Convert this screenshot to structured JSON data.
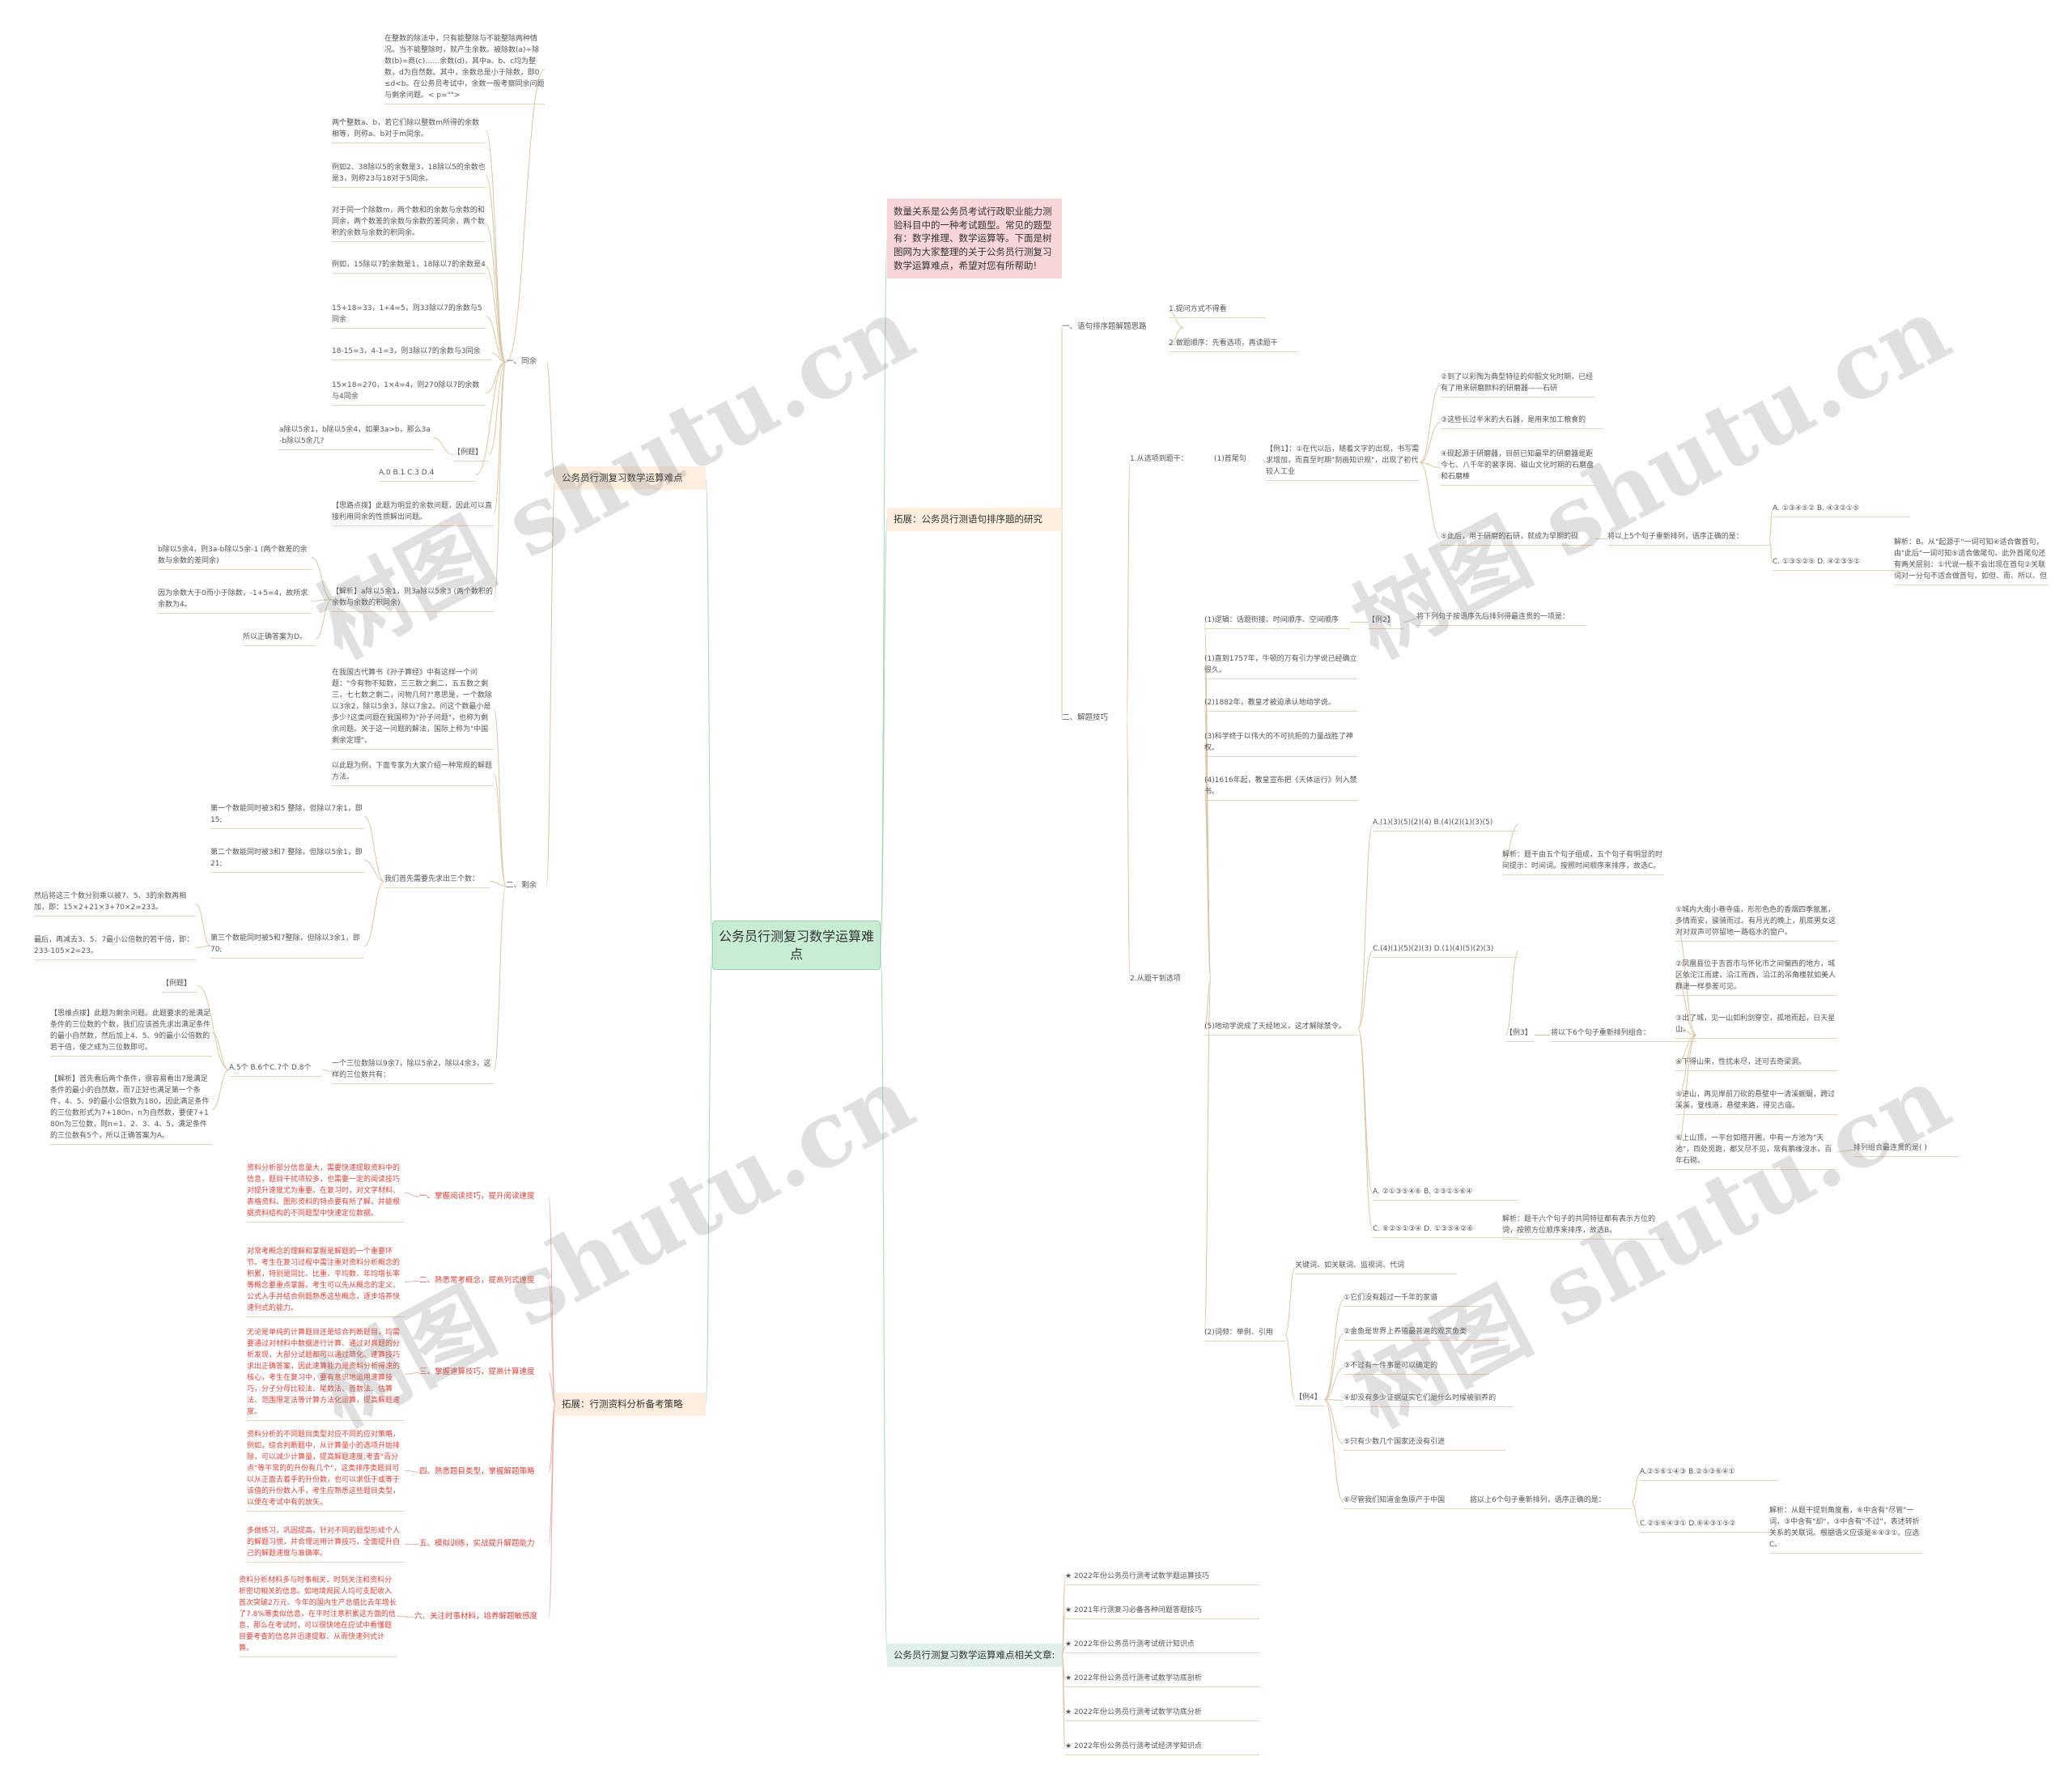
{
  "root": "公务员行测复习数学运算难点",
  "intro": "数量关系是公务员考试行政职业能力测验科目中的一种考试题型。常见的题型有：数字推理、数学运算等。下面是树图网为大家整理的关于公务员行测复习数学运算难点，希望对您有所帮助!",
  "left": {
    "b1_math": "公务员行测复习数学运算难点",
    "tongyu": "一、同余",
    "shengyu": "二、剩余",
    "n_def": "在整数的除法中，只有能整除与不能整除两种情况。当不能整除时，就产生余数。被除数(a)÷除数(b)=商(c)……余数(d)，其中a、b、c均为整数，d为自然数。其中，余数总是小于除数，即0≤d<b。在公务员考试中，余数一般考察同余问题与剩余问题。< p=\"\">",
    "n_tongyu_def": "两个整数a、b，若它们除以整数m所得的余数相等，则称a、b对于m同余。",
    "n_ex1": "例如2、38除以5的余数是3，18除以5的余数也是3，则称23与18对于5同余。",
    "n_prop": "对于同一个除数m，两个数和的余数与余数的和同余，两个数差的余数与余数的差同余，两个数积的余数与余数的积同余。",
    "n_ex2": "例如，15除以7的余数是1，18除以7的余数是4",
    "n_sum": "15+18=33，1+4=5，则33除以7的余数与5同余",
    "n_diff": "18-15=3，4-1=3，则3除以7的余数与3同余",
    "n_prod": "15×18=270，1×4=4，则270除以7的余数与4同余",
    "n_q1": "a除以5余1，b除以5余4，如果3a>b，那么3a-b除以5余几?",
    "n_lt1": "【例题】",
    "n_opts1": "A.0 B.1 C.3 D.4",
    "n_kp1": "【思路点拨】此题为明显的余数问题，因此可以直接利用同余的性质解出问题。",
    "n_a1": "b除以5余4，则3a-b除以5余-1 (两个数差的余数与余数的差同余)",
    "n_a2": "因为余数大于0而小于除数，-1+5=4，故所求余数为4。",
    "n_a3": "所以正确答案为D。",
    "n_a4": "【解析】a除以5余1，则3a除以5余3 (两个数积的余数与余数的积同余)",
    "n_sunzi": "在我国古代算书《孙子算经》中有这样一个问题：\"今有物不知数，三三数之剩二，五五数之剩三，七七数之剩二，问物几何?\"意思是，一个数除以3余2，除以5余3，除以7余2。问这个数最小是多少?这类问题在我国称为\"孙子问题\"，也称为剩余问题。关于这一问题的解法，国际上称为\"中国剩余定理\"。",
    "n_intro2": "以此题为例，下面专家为大家介绍一种常规的解题方法。",
    "n_first": "我们首先需要先求出三个数：",
    "n_s1": "第一个数能同时被3和5 整除，但除以7余1，即15;",
    "n_s2": "第二个数能同时被3和7 整除，但除以5余1，即21;",
    "n_s3": "第三个数能同时被5和7整除，但除以3余1，即70;",
    "n_s4": "然后将这三个数分别乘以被7、5、3的余数再相加，即：15×2+21×3+70×2=233。",
    "n_s5": "最后，再减去3、5、7最小公倍数的若干倍，即：233-105×2=23。",
    "n_lt2": "【例题】",
    "n_q2": "一个三位数除以9余7，除以5余2，除以4余3，这样的三位数共有：",
    "n_opts2": "A.5个 B.6个C.7个 D.8个",
    "n_kp2": "【思维点拨】此题为剩余问题。此题要求的是满足条件的三位数的个数，我们应该首先求出满足条件的最小自然数，然后加上4、5、9的最小公倍数的若干倍，使之成为三位数即可。",
    "n_jx2": "【解析】首先看后两个条件，很容易看出7是满足条件的最小的自然数，而7正好也满足第一个条件，4、5、9的最小公倍数为180，因此满足条件的三位数形式为7+180n，n为自然数，要使7+180n为三位数，则n=1、2、3、4、5，满足条件的三位数有5个，所以正确答案为A。",
    "b1_ziliao": "拓展：行测资料分析备考策略",
    "zl": [
      {
        "title": "一、掌握阅读技巧，提升阅读速度",
        "text": "资料分析部分信息量大，需要快速提取资料中的信息，题目干扰项较多，也需要一定的阅读技巧对提升速度尤为重要。在复习时，对文字材料、表格资料、图形资料的特点要有所了解，并能根据资料结构的不同题型中快速定位数据。"
      },
      {
        "title": "二、熟悉常考概念，提高列式速度",
        "text": "对常考概念的理解和掌握是解题的一个重要环节。考生在复习过程中需注重对资料分析概念的积累，特别是同比、比重、平均数、年均增长率等概念要重点掌握。考生可以先从概念的定义、公式入手并结合例题熟悉这些概念，逐步培养快速列式的能力。"
      },
      {
        "title": "三、掌握速算技巧，提高计算速度",
        "text": "无论是单纯的计算题目还是综合判断题目，均需要通过对材料中数据进行计算、通过对真题的分析发现，大部分试题都可以通过简化、速算技巧求出正确答案，因此速算能力是资料分析得速的核心，考生在复习中，要有意识地运用速算技巧，分子分母比较法、尾数法、首数法、估算法、范围限定法等计算方法化运算，提高解题速度。"
      },
      {
        "title": "四、熟悉题目类型，掌握解题策略",
        "text": "资料分析的不同题目类型对应不同的应对策略，例如，综合判断题中，从计算量小的选项开始排除，可以减少计算量，提高解题速度;考查\"百分点\"等平常的的升份有几个\"，这类排序类题目可以从正面去着手的升份数，也可以求低于或等于该值的升份数入手，考生应熟悉这些题目类型，以便在考试中有的放矢。"
      },
      {
        "title": "五、模拟训练，实战提升解题能力",
        "text": "多做练习，巩固提高。针对不同的题型形成个人的解题习惯，并合理运用计算技巧，全面提升自己的解题速度与准确率。"
      },
      {
        "title": "六、关注时事材料，培养解题敏感度",
        "text": "资料分析材料多与时事相关，时刻关注和资料分析密切相关的信息。如地境规民人均可支配收入首次突破2万元、今年的国内生产总值比去年增长了7.8%等类似信息，在平时注意积累这方面的信息，那么在考试时，可以很快地在应试中看懂题目要考查的信息并迅速提取、从而快速列式计算。"
      }
    ]
  },
  "right": {
    "b1_sort": "拓展：公务员行测语句排序题的研究",
    "s_1": "一、语句排序题解题思路",
    "s_1a": "1.提问方式不得看",
    "s_1b": "2.做题顺序：先看选项，再读题干",
    "s_2": "二、解题技巧",
    "s_2a": "1.从选项到题干：",
    "s_2a1": "(1)首尾句",
    "s_ex1": "【例1】：①在代以后，随着文字的出现，书写需求增加，而直至时期\"刻画知识规\"，出现了初代较人工业",
    "s_ex1a": "②到了以彩陶为典型特征的仰韶文化时期，已经有了用来研磨颜料的研磨器——石研",
    "s_ex1b": "③这些长过半米的大石器，是用来加工粮食的",
    "s_ex1c": "④砚起源于研磨器，目前已知最早的研磨器是距今七、八千年的裴李岗、磁山文化时期的石磨盘和石磨棒",
    "s_ex1d": "⑤此后，用于研磨的石研，就成为早期的砚",
    "s_ex1q": "将以上5个句子重新排列，语序正确的是：",
    "s_ex1o1": "A. ①③④⑤② B. ④③②①⑤",
    "s_ex1o2": "C. ①③⑤②⑤ D. ④②③⑤①",
    "s_ex1jx": "解析：B。从\"起源于\"一词可知④适合做首句，由\"此后\"一词可知⑤适合做尾句。此外首尾句还有两关层别：①代说一般不会出现在首句②关联词对一分句不适合做首句，如但、而、所以、但",
    "s_2b": "2.从题干到选项",
    "s_2b1": "(1)逻辑：话题衔接、时间顺序、空间顺序",
    "s_ex2": "【例2】",
    "s_ex2q": "将下列句子按语序先后排列得最连贯的一项是：",
    "s_l1": "(1)直到1757年，牛顿的万有引力学说已经确立很久。",
    "s_l2": "(2)1882年，教皇才被迫承认地动学说。",
    "s_l3": "(3)科学终于以伟大的不可抗拒的力量战胜了神权。",
    "s_l4": "(4)1616年起，教皇宣布把《天体运行》列入禁书。",
    "s_l5": "(5)地动学说成了天经地义，这才解除禁令。",
    "s_o2a": "A.(1)(3)(5)(2)(4) B.(4)(2)(1)(3)(5)",
    "s_o2c": "C.(4)(1)(5)(2)(3) D.(1)(4)(5)(2)(3)",
    "s_jx2": "解析：题干由五个句子组成，五个句子有明显的时间提示：时间词。按照时间顺序来排序，故选C。",
    "s_ex3": "【例3】",
    "s_ex3q": "将以下6个句子重新排列组合：",
    "s_ex3a": "①城内大街小巷寺庙，形形色色的香烟四季氤氲，多情而安，骏骑而过。有月光的晚上，肌底男女这对对双声可弥留地一路临水的窗户。",
    "s_ex3b": "②凤凰县位于吉首市与怀化市之间偏西的地方，城区依沱江而建，沿江而西，沿江的吊角楼就如美人群进一样参差可见。",
    "s_ex3c": "③出了城，见一山如利剑穿空，孤地而起，日天星山。",
    "s_ex3d": "④下得山来，性扰未尽，还可去奇梁洞。",
    "s_ex3e": "⑤进山，再见岸前刀砍的悬壁中一清溪蜿蜒，跨过溪溪，登栈道，悬壁来路，得见古庙。",
    "s_ex3f": "⑥上山顶，一平台如搭开圃，中有一方池为\"天池\"，四处觅跑，都又尽不见，常有鹏缘沒水，百年石砌。",
    "s_ex3g": "排列组合最连贯的是( )",
    "s_o3a": "A. ②①③⑤④⑥ B. ②③①⑤⑥④",
    "s_o3c": "C. ⑥②⑤①③④ D. ①③⑤④②⑥",
    "s_jx3": "解析：题干六个句子的共同特征都有表示方位的词，按照方位顺序来排序，故选B。",
    "s_2b2": "(2)词频：举例、引用",
    "s_kw": "关键词、如关联词、监视词、代词",
    "s_ex4": "【例4】",
    "s_ex4a": "①它们没有超过一千年的家谱",
    "s_ex4b": "②金鱼是世界上养殖最普遍的观赏鱼类",
    "s_ex4c": "③不过有一件事是可以确定的",
    "s_ex4d": "④却没有多少证据证实它们是什么时候被驯养的",
    "s_ex4e": "⑤只有少数几个国家还没有引进",
    "s_ex4f": "⑥尽管我们知道金鱼原产于中国",
    "s_ex4q": "将以上6个句子重新排列，语序正确的是：",
    "s_o4a": "A.②⑤⑥①④③ B.②⑤③⑥④①",
    "s_o4c": "C.②⑤⑥④③① D.⑥④③①⑤②",
    "s_jx4": "解析：从题干提到角度看，⑥中含有\"尽管\"一词，③中含有\"却\"，③中含有\"不过\"，表述转折关系的关联词。根据语义应该是⑥④③①。应选C。",
    "b1_related": "公务员行测复习数学运算难点相关文章:",
    "related": [
      "★ 2022年份公务员行测考试数学题运算技巧",
      "★ 2021年行测复习必备各种问题答题技巧",
      "★ 2022年份公务员行测考试统计知识点",
      "★ 2022年份公务员行测考试数学功底剖析",
      "★ 2022年份公务员行测考试数学功底分析",
      "★ 2022年份公务员行测考试经济学知识点"
    ]
  },
  "watermark": "树图 shutu.cn"
}
